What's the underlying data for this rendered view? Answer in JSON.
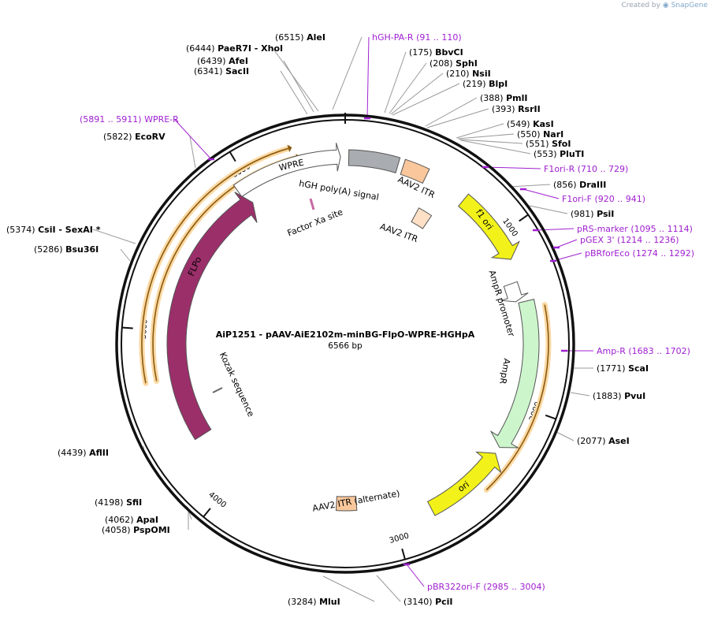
{
  "credit": {
    "prefix": "Created by",
    "brand": "SnapGene"
  },
  "plasmid": {
    "name": "AiP1251 - pAAV-AiE2102m-minBG-FlpO-WPRE-HGHpA",
    "size_label": "6566 bp",
    "length_bp": 6566
  },
  "colors": {
    "primer": "#a020d0",
    "backbone": "#111111",
    "enzyme_text": "#000000"
  },
  "ticks": [
    "1000",
    "2000",
    "3000",
    "4000",
    "5000",
    "6000"
  ],
  "sites": [
    {
      "pos": "(6515)",
      "name": "AleI"
    },
    {
      "pos": "(6444)",
      "name": "PaeR7I",
      "extra": "-  XhoI"
    },
    {
      "pos": "(6439)",
      "name": "AfeI"
    },
    {
      "pos": "(6341)",
      "name": "SacII"
    },
    {
      "pos": "(175)",
      "name": "BbvCI"
    },
    {
      "pos": "(208)",
      "name": "SphI"
    },
    {
      "pos": "(210)",
      "name": "NsiI"
    },
    {
      "pos": "(219)",
      "name": "BlpI"
    },
    {
      "pos": "(388)",
      "name": "PmlI"
    },
    {
      "pos": "(393)",
      "name": "RsrII"
    },
    {
      "pos": "(549)",
      "name": "KasI"
    },
    {
      "pos": "(550)",
      "name": "NarI"
    },
    {
      "pos": "(551)",
      "name": "SfoI"
    },
    {
      "pos": "(553)",
      "name": "PluTI"
    },
    {
      "pos": "(856)",
      "name": "DraIII"
    },
    {
      "pos": "(981)",
      "name": "PsiI"
    },
    {
      "pos": "(1771)",
      "name": "ScaI"
    },
    {
      "pos": "(1883)",
      "name": "PvuI"
    },
    {
      "pos": "(2077)",
      "name": "AseI"
    },
    {
      "pos": "(3140)",
      "name": "PciI"
    },
    {
      "pos": "(3284)",
      "name": "MluI"
    },
    {
      "pos": "(4058)",
      "name": "PspOMI"
    },
    {
      "pos": "(4062)",
      "name": "ApaI"
    },
    {
      "pos": "(4198)",
      "name": "SfiI"
    },
    {
      "pos": "(4439)",
      "name": "AflII"
    },
    {
      "pos": "(5286)",
      "name": "Bsu36I"
    },
    {
      "pos": "(5374)",
      "name": "CsiI",
      "extra": "-  SexAI *"
    },
    {
      "pos": "(5822)",
      "name": "EcoRV"
    }
  ],
  "primers": [
    {
      "name": "hGH-PA-R",
      "range": "(91 .. 110)"
    },
    {
      "name": "F1ori-R",
      "range": "(710 .. 729)"
    },
    {
      "name": "F1ori-F",
      "range": "(920 .. 941)"
    },
    {
      "name": "pRS-marker",
      "range": "(1095 .. 1114)"
    },
    {
      "name": "pGEX 3'",
      "range": "(1214 .. 1236)"
    },
    {
      "name": "pBRforEco",
      "range": "(1274 .. 1292)"
    },
    {
      "name": "Amp-R",
      "range": "(1683 .. 1702)"
    },
    {
      "name": "pBR322ori-F",
      "range": "(2985 .. 3004)"
    },
    {
      "name": "WPRE-R",
      "range": "(5891 .. 5911)"
    }
  ],
  "features": [
    {
      "name": "hGH poly(A) signal",
      "color": "#a9acb0"
    },
    {
      "name": "AAV2 ITR",
      "color": "#f9c79b"
    },
    {
      "name": "AAV2 ITR",
      "color": "#fde0c6"
    },
    {
      "name": "f1 ori",
      "color": "#f2f21a"
    },
    {
      "name": "AmpR promoter",
      "color": "#ffffff"
    },
    {
      "name": "AmpR",
      "color": "#ccf5cc"
    },
    {
      "name": "ori",
      "color": "#f2f21a"
    },
    {
      "name": "AAV2 ITR (alternate)",
      "color": "#f9c79b"
    },
    {
      "name": "FLPo",
      "color": "#9b2f6a"
    },
    {
      "name": "WPRE",
      "color": "#ffffff"
    },
    {
      "name": "Factor Xa site",
      "color": "#c66aa0"
    },
    {
      "name": "Kozak sequence",
      "color": "#666666"
    }
  ]
}
